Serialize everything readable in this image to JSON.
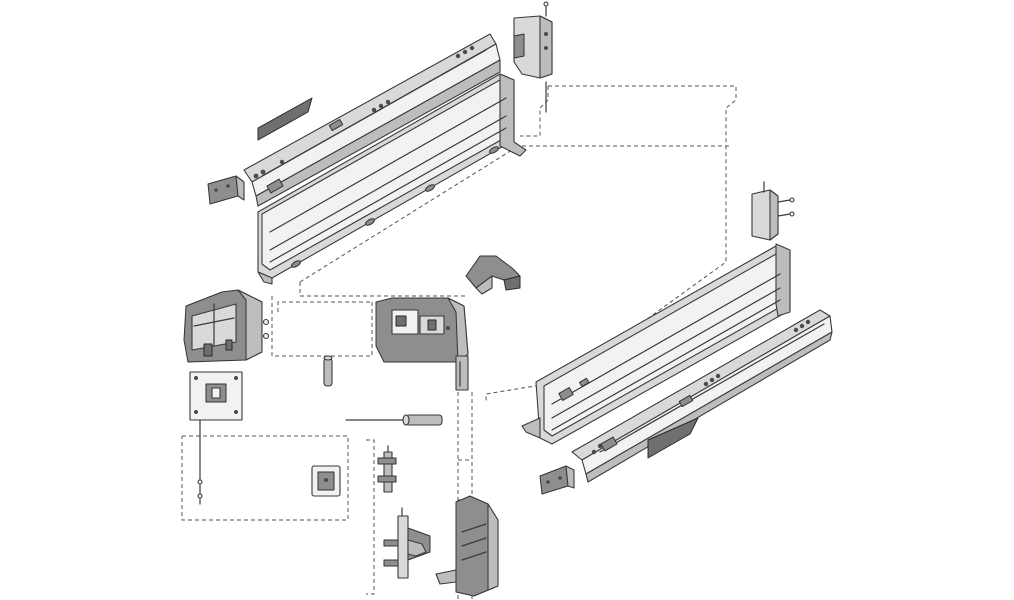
{
  "figure": {
    "domain": "Diagram",
    "colors": {
      "background": "#ffffff",
      "line": "#3a3a3a",
      "light_part": "#d9d9d9",
      "mid_part": "#bdbdbd",
      "dark_part": "#8e8e8e",
      "darkest_part": "#6f6f6f"
    },
    "parts": [
      "cabinet-profile-top",
      "drawer-side-wall-top",
      "rear-bracket-top",
      "cover-cap-top",
      "front-bracket-top",
      "dashed-drawer-outline",
      "rear-bracket-right",
      "drawer-side-wall-right",
      "cabinet-profile-right",
      "cover-cap-right",
      "front-bracket-right",
      "front-fixing-bracket-left",
      "front-fixing-bracket-center",
      "connector-pin",
      "locating-clip",
      "dashed-front-panel-outline",
      "mounting-plate",
      "adjustment-screw",
      "side-adapter",
      "hinge-adapter",
      "front-cover-plate"
    ]
  }
}
